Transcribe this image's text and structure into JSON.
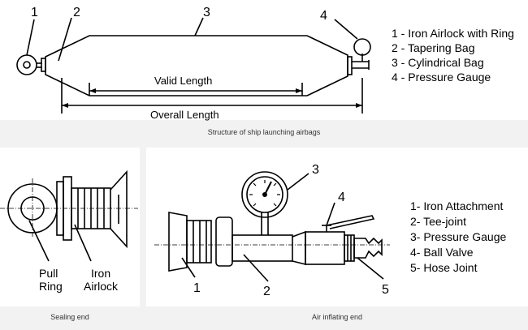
{
  "top_panel": {
    "callouts": [
      "1",
      "2",
      "3",
      "4"
    ],
    "valid_length_label": "Valid Length",
    "overall_length_label": "Overall Length",
    "legend": [
      "1 - Iron Airlock with Ring",
      "2 - Tapering Bag",
      "3 - Cylindrical Bag",
      "4 - Pressure Gauge"
    ],
    "caption": "Structure of ship launching airbags"
  },
  "sealing_panel": {
    "label_pull_line1": "Pull",
    "label_pull_line2": "Ring",
    "label_iron_line1": "Iron",
    "label_iron_line2": "Airlock",
    "caption": "Sealing end"
  },
  "inflating_panel": {
    "callouts": [
      "1",
      "2",
      "3",
      "4",
      "5"
    ],
    "legend": [
      "1- Iron Attachment",
      "2- Tee-joint",
      "3- Pressure Gauge",
      "4- Ball Valve",
      "5- Hose Joint"
    ],
    "caption": "Air inflating end"
  }
}
